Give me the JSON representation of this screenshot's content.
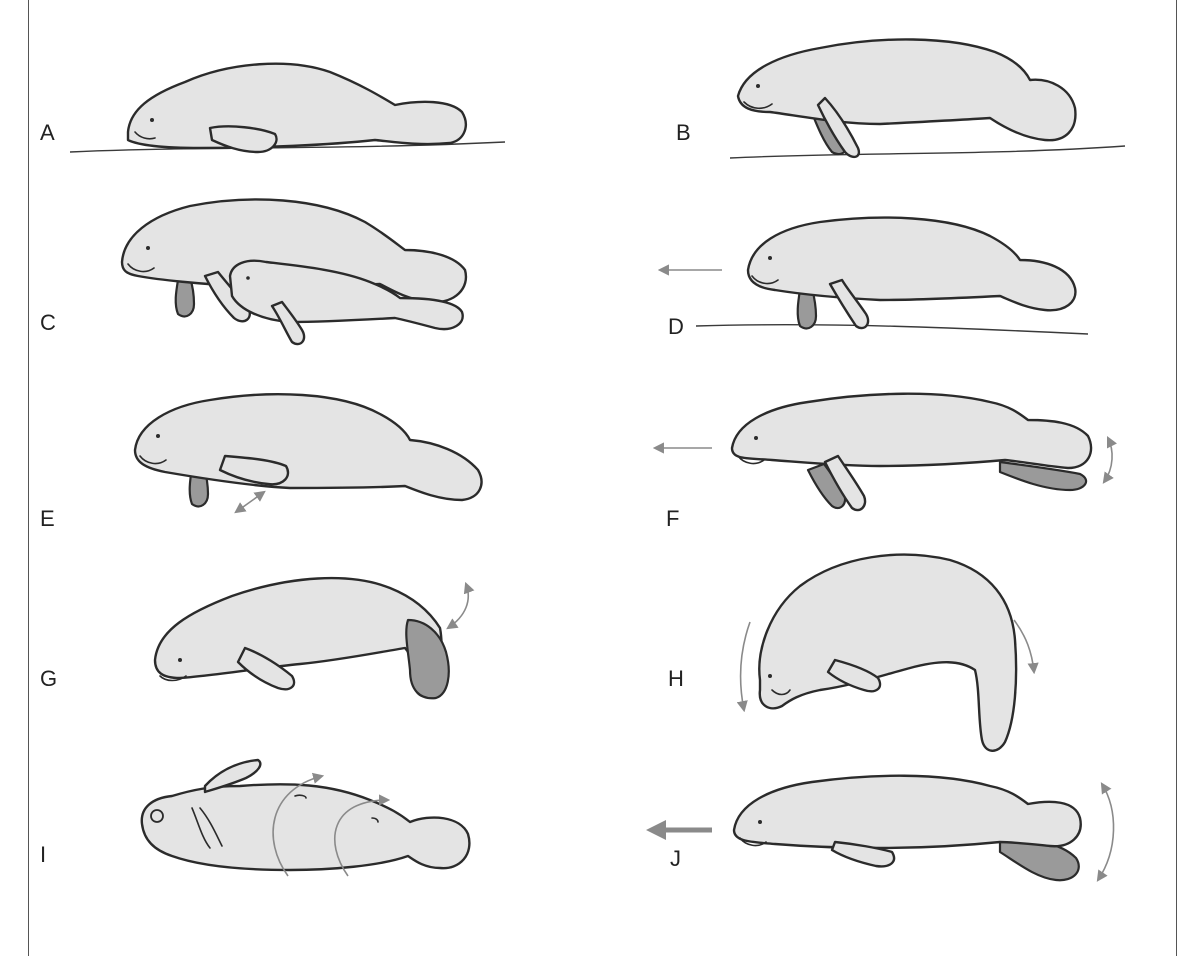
{
  "panels": [
    {
      "id": "A",
      "label": "A"
    },
    {
      "id": "B",
      "label": "B"
    },
    {
      "id": "C",
      "label": "C"
    },
    {
      "id": "D",
      "label": "D"
    },
    {
      "id": "E",
      "label": "E"
    },
    {
      "id": "F",
      "label": "F"
    },
    {
      "id": "G",
      "label": "G"
    },
    {
      "id": "H",
      "label": "H"
    },
    {
      "id": "I",
      "label": "I"
    },
    {
      "id": "J",
      "label": "J"
    }
  ],
  "colors": {
    "body": "#e4e4e4",
    "outline": "#2b2b2b",
    "shaded_limb": "#9a9a9a",
    "motion_arrow": "#8a8a8a"
  }
}
